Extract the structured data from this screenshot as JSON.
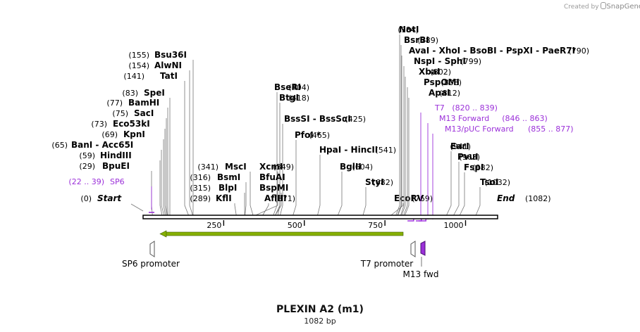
{
  "watermark": {
    "prefix": "Created by",
    "brand": "SnapGene"
  },
  "title": "PLEXIN A2 (m1)",
  "subtitle": "1082 bp",
  "ticks": [
    "250",
    "500",
    "750",
    "1000"
  ],
  "sequence": {
    "start_label": "Start",
    "start_pos": "(0)",
    "end_label": "End",
    "end_pos": "(1082)",
    "length": 1082
  },
  "colors": {
    "feature": "#9b30d9",
    "arrow": "#86b000",
    "line": "#777777",
    "backbone": "#000000"
  },
  "sites": [
    {
      "pos": "(155)",
      "name": "Bsu36I",
      "bp": 155
    },
    {
      "pos": "(154)",
      "name": "AlwNI",
      "bp": 154
    },
    {
      "pos": "(141)",
      "name": "TatI",
      "bp": 141
    },
    {
      "pos": "(83)",
      "name": "SpeI",
      "bp": 83
    },
    {
      "pos": "(77)",
      "name": "BamHI",
      "bp": 77
    },
    {
      "pos": "(75)",
      "name": "SacI",
      "bp": 75
    },
    {
      "pos": "(73)",
      "name": "Eco53kI",
      "bp": 73
    },
    {
      "pos": "(69)",
      "name": "KpnI",
      "bp": 69
    },
    {
      "pos": "(65)",
      "name": "BanI  -  Acc65I",
      "bp": 65
    },
    {
      "pos": "(59)",
      "name": "HindIII",
      "bp": 59
    },
    {
      "pos": "(29)",
      "name": "BpuEI",
      "bp": 29
    },
    {
      "pos": "(341)",
      "name": "MscI",
      "bp": 341
    },
    {
      "pos": "(316)",
      "name": "BsmI",
      "bp": 316
    },
    {
      "pos": "(315)",
      "name": "BlpI",
      "bp": 315
    },
    {
      "pos": "(289)",
      "name": "KflI",
      "bp": 289
    },
    {
      "pos": "(404)",
      "name": "BseRI",
      "bp": 404
    },
    {
      "pos": "(418)",
      "name": "BtgI",
      "bp": 418
    },
    {
      "pos": "(425)",
      "name": "BssSI  -  BssSαI",
      "bp": 425
    },
    {
      "pos": "(465)",
      "name": "PfoI *",
      "bp": 465
    },
    {
      "pos": "(349)",
      "name": "XcmI",
      "bp": 349
    },
    {
      "pos": "",
      "name": "BfuAI",
      "bp": 410
    },
    {
      "pos": "",
      "name": "BspMI",
      "bp": 410
    },
    {
      "pos": "(371)",
      "name": "AflIII",
      "bp": 371
    },
    {
      "pos": "(541)",
      "name": "HpaI  -  HincII",
      "bp": 541
    },
    {
      "pos": "(604)",
      "name": "BglII",
      "bp": 604
    },
    {
      "pos": "(682)",
      "name": "StyI",
      "bp": 682
    },
    {
      "pos": "(769)",
      "name": "EcoRV",
      "bp": 769
    },
    {
      "pos": "(784)",
      "name": "NotI",
      "bp": 784
    },
    {
      "pos": "(789)",
      "name": "BsrBI",
      "bp": 789
    },
    {
      "pos": "(790)",
      "name": "AvaI  -  XhoI  -  BsoBI  -  PspXI  -  PaeR7I",
      "bp": 790
    },
    {
      "pos": "(799)",
      "name": "NspI  -  SphI",
      "bp": 799
    },
    {
      "pos": "(802)",
      "name": "XbaI",
      "bp": 802
    },
    {
      "pos": "(808)",
      "name": "PspOMI",
      "bp": 808
    },
    {
      "pos": "(812)",
      "name": "ApaI",
      "bp": 812
    },
    {
      "pos": "(941)",
      "name": "EarI",
      "bp": 941
    },
    {
      "pos": "(963)",
      "name": "PvuI",
      "bp": 963
    },
    {
      "pos": "(982)",
      "name": "FspI",
      "bp": 982
    },
    {
      "pos": "(1032)",
      "name": "TsoI",
      "bp": 1032
    }
  ],
  "primers": [
    {
      "pos": "(22 .. 39)",
      "name": "SP6",
      "start": 22,
      "end": 39
    },
    {
      "pos": "(820 .. 839)",
      "name": "T7",
      "start": 820,
      "end": 839
    },
    {
      "pos": "(846 .. 863)",
      "name": "M13 Forward",
      "start": 846,
      "end": 863
    },
    {
      "pos": "(855 .. 877)",
      "name": "M13/pUC Forward",
      "start": 855,
      "end": 877
    }
  ],
  "features": [
    {
      "name": "SP6 promoter"
    },
    {
      "name": "T7 promoter"
    },
    {
      "name": "M13 fwd"
    }
  ]
}
